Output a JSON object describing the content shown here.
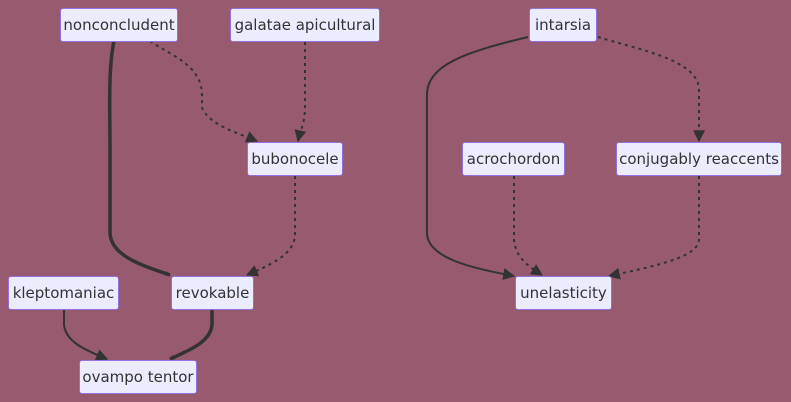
{
  "colors": {
    "background": "#975a6e",
    "node_fill": "#ececff",
    "node_border": "#9370db",
    "edge": "#333333",
    "text": "#333333"
  },
  "nodes": {
    "nonconcludent": "nonconcludent",
    "galatae_apicultural": "galatae apicultural",
    "intarsia": "intarsia",
    "bubonocele": "bubonocele",
    "acrochordon": "acrochordon",
    "conjugably_reaccents": "conjugably reaccents",
    "kleptomaniac": "kleptomaniac",
    "revokable": "revokable",
    "unelasticity": "unelasticity",
    "ovampo_tentor": "ovampo tentor"
  },
  "edges": [
    {
      "from": "nonconcludent",
      "to": "revokable",
      "style": "thick"
    },
    {
      "from": "nonconcludent",
      "to": "bubonocele",
      "style": "dotted"
    },
    {
      "from": "galatae_apicultural",
      "to": "bubonocele",
      "style": "dotted"
    },
    {
      "from": "bubonocele",
      "to": "revokable",
      "style": "dotted"
    },
    {
      "from": "kleptomaniac",
      "to": "ovampo_tentor",
      "style": "solid"
    },
    {
      "from": "revokable",
      "to": "ovampo_tentor",
      "style": "thick"
    },
    {
      "from": "intarsia",
      "to": "unelasticity",
      "style": "solid"
    },
    {
      "from": "intarsia",
      "to": "conjugably_reaccents",
      "style": "dotted"
    },
    {
      "from": "acrochordon",
      "to": "unelasticity",
      "style": "dotted"
    },
    {
      "from": "conjugably_reaccents",
      "to": "unelasticity",
      "style": "dotted"
    }
  ]
}
